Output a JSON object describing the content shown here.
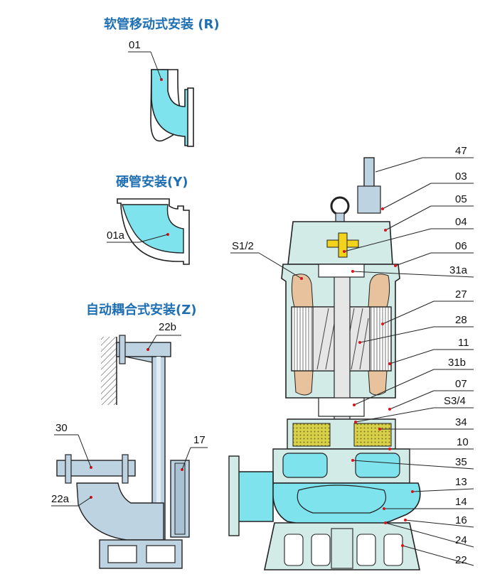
{
  "headings": {
    "hose_install": "软管移动式安装 (R)",
    "hard_pipe_install": "硬管安装(Y)",
    "auto_coupling_install": "自动耦合式安装(Z)"
  },
  "callouts": {
    "01": "01",
    "01a": "01a",
    "22b": "22b",
    "30": "30",
    "17": "17",
    "22a": "22a",
    "S12": "S1/2",
    "47": "47",
    "03": "03",
    "05": "05",
    "04": "04",
    "06": "06",
    "31a": "31a",
    "27": "27",
    "28": "28",
    "11": "11",
    "31b": "31b",
    "07": "07",
    "S34": "S3/4",
    "34": "34",
    "10": "10",
    "35": "35",
    "13": "13",
    "14": "14",
    "16": "16",
    "24": "24",
    "22": "22"
  },
  "colors": {
    "heading": "#1f6fb3",
    "water": "#7fe3ee",
    "casing": "#d3ebe6",
    "steel": "#bdd3e1",
    "outline": "#222222",
    "seal_yellow": "#d9d04a",
    "hardware_yellow": "#f2d21b",
    "coil_tan": "#e8c29c",
    "red_dot": "#d8141c"
  }
}
